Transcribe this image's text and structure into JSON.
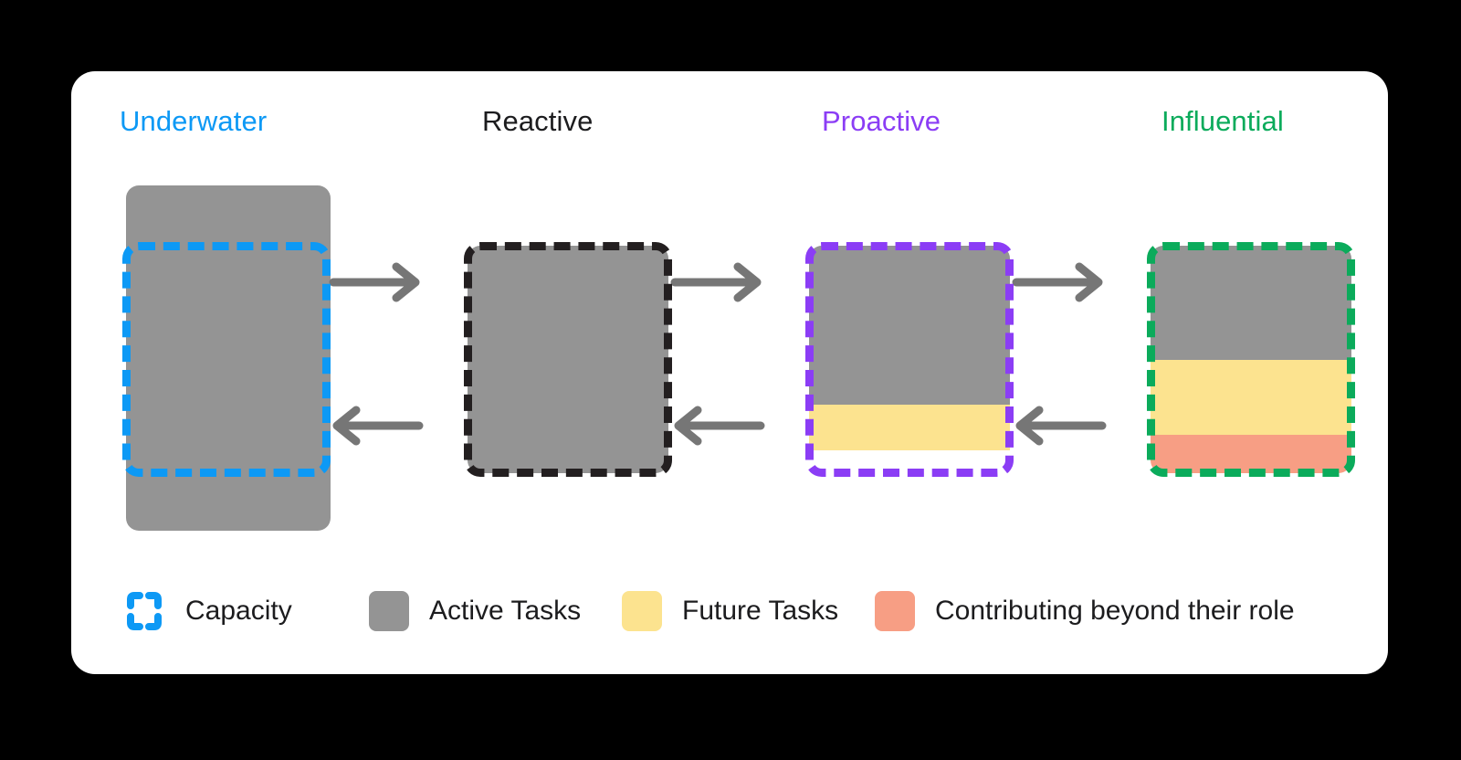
{
  "theme": {
    "page_background": "#000000",
    "card_background": "#ffffff",
    "gray": "#949494",
    "yellow": "#fce38f",
    "salmon": "#f79e84",
    "arrow": "#767676"
  },
  "columns": [
    {
      "title": "Underwater",
      "title_color": "#0d99f5",
      "capacity_color": "#0d99f5",
      "overflow": true,
      "segments": [
        {
          "name": "Active Tasks",
          "color": "#949494",
          "percent": 100
        }
      ]
    },
    {
      "title": "Reactive",
      "title_color": "#1c1c1e",
      "capacity_color": "#231f20",
      "overflow": false,
      "segments": [
        {
          "name": "Active Tasks",
          "color": "#949494",
          "percent": 100
        }
      ]
    },
    {
      "title": "Proactive",
      "title_color": "#8b3df5",
      "capacity_color": "#8b3df5",
      "overflow": false,
      "segments": [
        {
          "name": "Active Tasks",
          "color": "#949494",
          "percent": 70
        },
        {
          "name": "Future Tasks",
          "color": "#fce38f",
          "percent": 20
        },
        {
          "name": "Free",
          "color": "transparent",
          "percent": 10
        }
      ]
    },
    {
      "title": "Influential",
      "title_color": "#0bab5b",
      "capacity_color": "#0bab5b",
      "overflow": false,
      "segments": [
        {
          "name": "Active Tasks",
          "color": "#949494",
          "percent": 50
        },
        {
          "name": "Future Tasks",
          "color": "#fce38f",
          "percent": 33
        },
        {
          "name": "Contributing beyond their role",
          "color": "#f79e84",
          "percent": 17
        }
      ]
    }
  ],
  "arrows": [
    {
      "direction": "right",
      "from": "Underwater",
      "to": "Reactive"
    },
    {
      "direction": "right",
      "from": "Reactive",
      "to": "Proactive"
    },
    {
      "direction": "right",
      "from": "Proactive",
      "to": "Influential"
    },
    {
      "direction": "left",
      "from": "Reactive",
      "to": "Underwater"
    },
    {
      "direction": "left",
      "from": "Proactive",
      "to": "Reactive"
    },
    {
      "direction": "left",
      "from": "Influential",
      "to": "Proactive"
    }
  ],
  "legend": [
    {
      "label": "Capacity",
      "swatch": "dashed-square",
      "color": "#0d99f5"
    },
    {
      "label": "Active Tasks",
      "swatch": "solid-square",
      "color": "#949494"
    },
    {
      "label": "Future Tasks",
      "swatch": "solid-square",
      "color": "#fce38f"
    },
    {
      "label": "Contributing beyond their role",
      "swatch": "solid-square",
      "color": "#f79e84"
    }
  ]
}
